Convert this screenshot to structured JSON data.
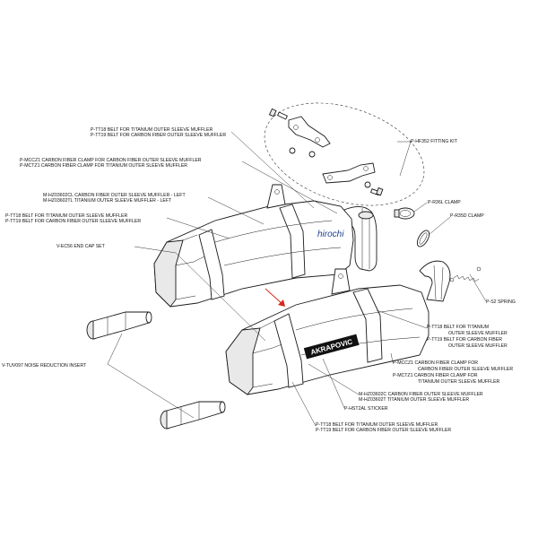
{
  "watermark": "hirochi",
  "logo_text": "AKRAPOVIC",
  "arrow_color": "#d42a1c",
  "labels": {
    "belt_top_1": "P-TT18  BELT FOR TITANIUM OUTER SLEEVE MUFFLER",
    "belt_top_2": "P-TT19  BELT FOR CARBON FIBER OUTER SLEEVE MUFFLER",
    "clamp_top_1": "P-MCCZ1  CARBON FIBER CLAMP FOR CARBON FIBER OUTER SLEEVE MUFFLER",
    "clamp_top_2": "P-MCTZ1  CARBON FIBER CLAMP FOR TITANIUM OUTER SLEEVE MUFFLER",
    "fitting_kit": "P-HF352  FITTING KIT",
    "muffler_left_1": "M-HZ03602CL  CARBON FIBER OUTER SLEEVE MUFFLER - LEFT",
    "muffler_left_2": "M-HZ03602TL  TITANIUM OUTER SLEEVE MUFFLER - LEFT",
    "belt_left_1": "P-TT18  BELT FOR TITANIUM OUTER SLEEVE MUFFLER",
    "belt_left_2": "P-TT19  BELT FOR CARBON FIBER OUTER SLEEVE MUFFLER",
    "r36l": "P-R36L  CLAMP",
    "r35d": "P-R35D  CLAMP",
    "end_cap": "V-EC56  END CAP SET",
    "spring": "P-S2  SPRING",
    "belt_right_1": "P-TT18  BELT FOR TITANIUM",
    "belt_right_1b": "OUTER SLEEVE MUFFLER",
    "belt_right_2": "P-TT19  BELT FOR CARBON FIBER",
    "belt_right_2b": "OUTER SLEEVE MUFFLER",
    "insert": "V-TUV097  NOISE REDUCTION INSERT",
    "clamp_right_1": "P-MCCZ1  CARBON FIBER CLAMP FOR",
    "clamp_right_1b": "CARBON FIBER OUTER SLEEVE MUFFLER",
    "clamp_right_2": "P-MCTZ1  CARBON FIBER CLAMP FOR",
    "clamp_right_2b": "TITANIUM OUTER SLEEVE MUFFLER",
    "muffler_right_1": "M-HZ03602C  CARBON FIBER OUTER SLEEVE MUFFLER",
    "muffler_right_2": "M-HZ03602T  TITANIUM OUTER SLEEVE MUFFLER",
    "sticker": "P-HST2AL  STICKER",
    "belt_bottom_1": "P-TT18  BELT FOR TITANIUM OUTER SLEEVE MUFFLER",
    "belt_bottom_2": "P-TT19  BELT FOR CARBON FIBER OUTER SLEEVE MUFFLER"
  }
}
